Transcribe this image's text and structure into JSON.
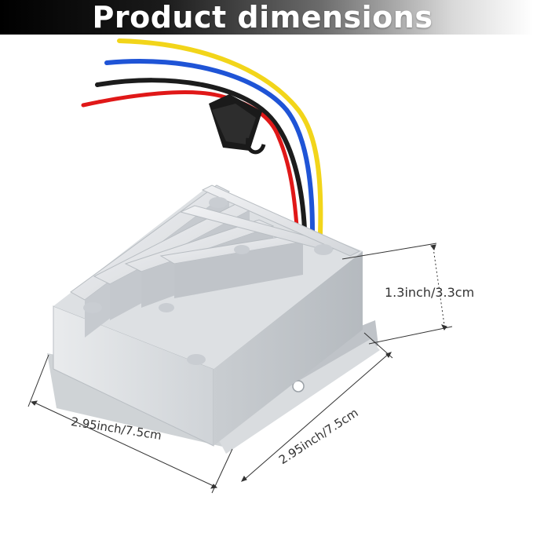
{
  "banner": {
    "title": "Product dimensions"
  },
  "dimensions": {
    "height": "1.3inch/3.3cm",
    "width": "2.95inch/7.5cm",
    "depth": "2.95inch/7.5cm"
  },
  "wire_colors": {
    "yellow": "#f2d51a",
    "blue": "#1f54d6",
    "black": "#1c1c1c",
    "red": "#e01818"
  },
  "product": {
    "icon": "dc-converter-heatsink-icon",
    "body_color": "#dcdfe2"
  }
}
